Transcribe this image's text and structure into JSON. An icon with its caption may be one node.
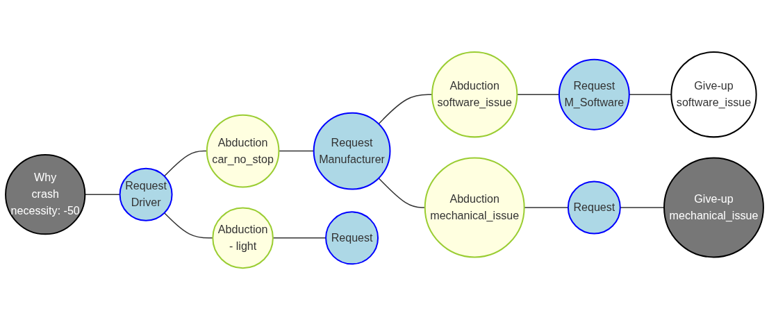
{
  "diagram": {
    "nodes": [
      {
        "text": [
          "Why",
          "crash",
          "necessity: -50"
        ]
      },
      {
        "text": [
          "Request",
          "Driver"
        ]
      },
      {
        "text": [
          "Abduction",
          "car_no_stop"
        ]
      },
      {
        "text": [
          "Request",
          "Manufacturer"
        ]
      },
      {
        "text": [
          "Abduction",
          "software_issue"
        ]
      },
      {
        "text": [
          "Request",
          "M_Software"
        ]
      },
      {
        "text": [
          "Give-up",
          "software_issue"
        ]
      },
      {
        "text": [
          "Abduction",
          "mechanical_issue"
        ]
      },
      {
        "text": [
          "Request"
        ]
      },
      {
        "text": [
          "Give-up",
          "mechanical_issue"
        ]
      },
      {
        "text": [
          "Abduction",
          "- light"
        ]
      },
      {
        "text": [
          "Request"
        ]
      }
    ],
    "edges": [
      {
        "from": 0,
        "to": 1,
        "arrow": "none"
      },
      {
        "from": 1,
        "to": 2,
        "arrow": "none"
      },
      {
        "from": 1,
        "to": 10,
        "arrow": "none"
      },
      {
        "from": 2,
        "to": 3,
        "arrow": "none"
      },
      {
        "from": 3,
        "to": 4,
        "arrow": "none"
      },
      {
        "from": 3,
        "to": 7,
        "arrow": "none"
      },
      {
        "from": 4,
        "to": 5,
        "arrow": "none"
      },
      {
        "from": 5,
        "to": 6,
        "arrow": "none"
      },
      {
        "from": 7,
        "to": 8,
        "arrow": "none"
      },
      {
        "from": 8,
        "to": 9,
        "arrow": "none"
      },
      {
        "from": 10,
        "to": 11,
        "arrow": "none"
      }
    ]
  }
}
